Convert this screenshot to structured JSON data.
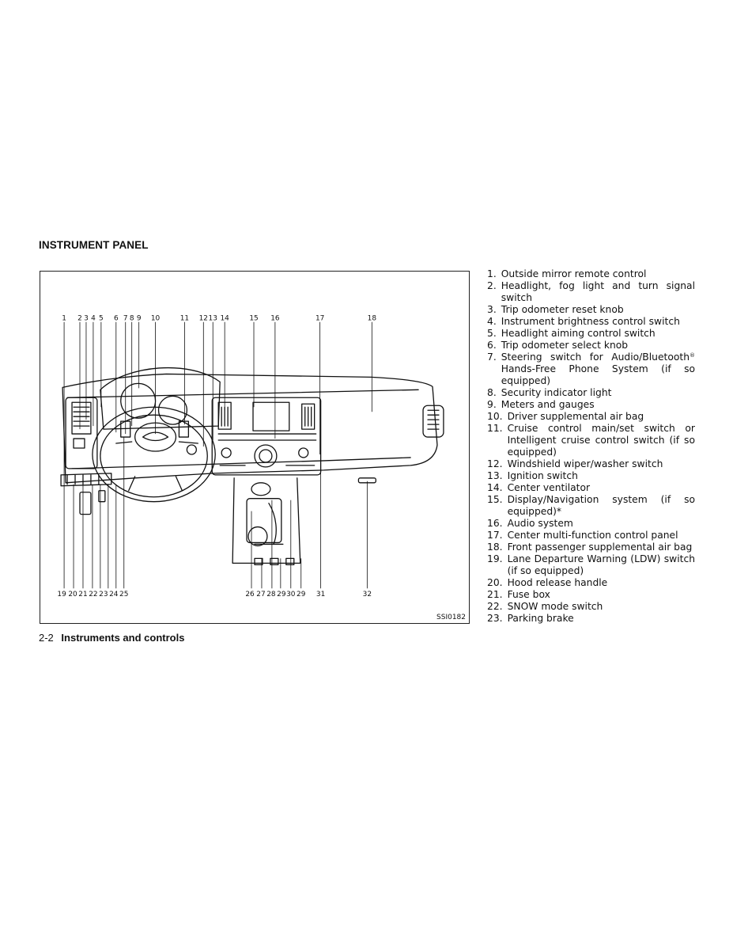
{
  "section_title": "INSTRUMENT PANEL",
  "figure": {
    "id": "SSI0182",
    "callouts_top": [
      "1",
      "2",
      "3",
      "4",
      "5",
      "6",
      "7",
      "8",
      "9",
      "10",
      "11",
      "12",
      "13",
      "14",
      "15",
      "16",
      "17",
      "18"
    ],
    "callouts_bottom": [
      "19",
      "20",
      "21",
      "22",
      "23",
      "24",
      "25",
      "26",
      "27",
      "28",
      "29",
      "30",
      "29",
      "31",
      "32"
    ]
  },
  "legend": [
    {
      "num": "1.",
      "text": "Outside mirror remote control"
    },
    {
      "num": "2.",
      "text": "Headlight, fog light and turn signal switch"
    },
    {
      "num": "3.",
      "text": "Trip odometer reset knob"
    },
    {
      "num": "4.",
      "text": "Instrument brightness control switch"
    },
    {
      "num": "5.",
      "text": "Headlight aiming control switch"
    },
    {
      "num": "6.",
      "text": "Trip odometer select knob"
    },
    {
      "num": "7.",
      "text": "Steering switch for Audio/Bluetooth",
      "sup": "®",
      "text2": "Hands-Free Phone System (if so equipped)"
    },
    {
      "num": "8.",
      "text": "Security indicator light"
    },
    {
      "num": "9.",
      "text": "Meters and gauges"
    },
    {
      "num": "10.",
      "text": "Driver supplemental air bag"
    },
    {
      "num": "11.",
      "text": "Cruise control main/set switch or Intelligent cruise control switch (if so equipped)"
    },
    {
      "num": "12.",
      "text": "Windshield wiper/washer switch"
    },
    {
      "num": "13.",
      "text": "Ignition switch"
    },
    {
      "num": "14.",
      "text": "Center ventilator"
    },
    {
      "num": "15.",
      "text": "Display/Navigation system (if so equipped)*"
    },
    {
      "num": "16.",
      "text": "Audio system"
    },
    {
      "num": "17.",
      "text": "Center multi-function control panel"
    },
    {
      "num": "18.",
      "text": "Front passenger supplemental air bag"
    },
    {
      "num": "19.",
      "text": "Lane Departure Warning (LDW) switch (if so equipped)"
    },
    {
      "num": "20.",
      "text": "Hood release handle"
    },
    {
      "num": "21.",
      "text": "Fuse box"
    },
    {
      "num": "22.",
      "text": "SNOW mode switch"
    },
    {
      "num": "23.",
      "text": "Parking brake"
    }
  ],
  "footer": {
    "page_number": "2-2",
    "chapter": "Instruments and controls"
  }
}
